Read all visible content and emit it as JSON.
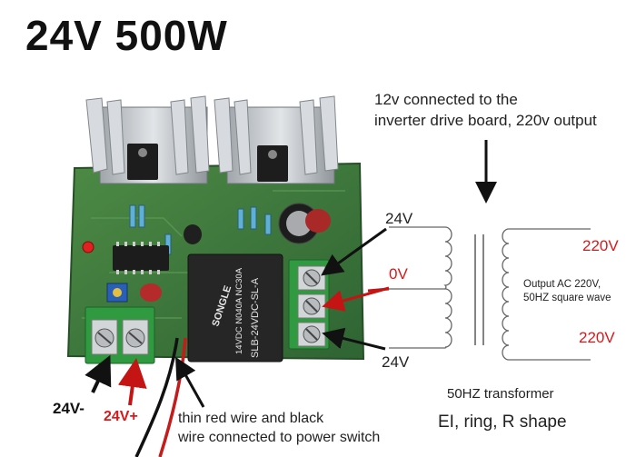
{
  "headline": "24V 500W",
  "drive_note": {
    "line1": "12v connected to the",
    "line2": "inverter drive board, 220v output"
  },
  "board": {
    "relay_brand": "SONGLE",
    "relay_line1": "14VDC N040A NC30A",
    "relay_line2": "SLB-24VDC-SL-A"
  },
  "terminals": {
    "top": "24V",
    "middle": "0V",
    "bottom": "24V"
  },
  "outputs": {
    "top": "220V",
    "bottom": "220V",
    "description_line1": "Output AC 220V,",
    "description_line2": "50HZ square wave"
  },
  "power_input": {
    "negative": "24V-",
    "positive": "24V+"
  },
  "switch_note": {
    "line1": "thin red wire and black",
    "line2": "wire connected to power switch"
  },
  "transformer": {
    "name": "50HZ transformer",
    "shapes": "EI, ring, R shape"
  },
  "colors": {
    "pcb": "#3f7a3f",
    "heatsink": "#c8ccd0",
    "terminal_block": "#2f9a3f",
    "relay": "#2a2a2a",
    "accent_red": "#d8191b"
  }
}
